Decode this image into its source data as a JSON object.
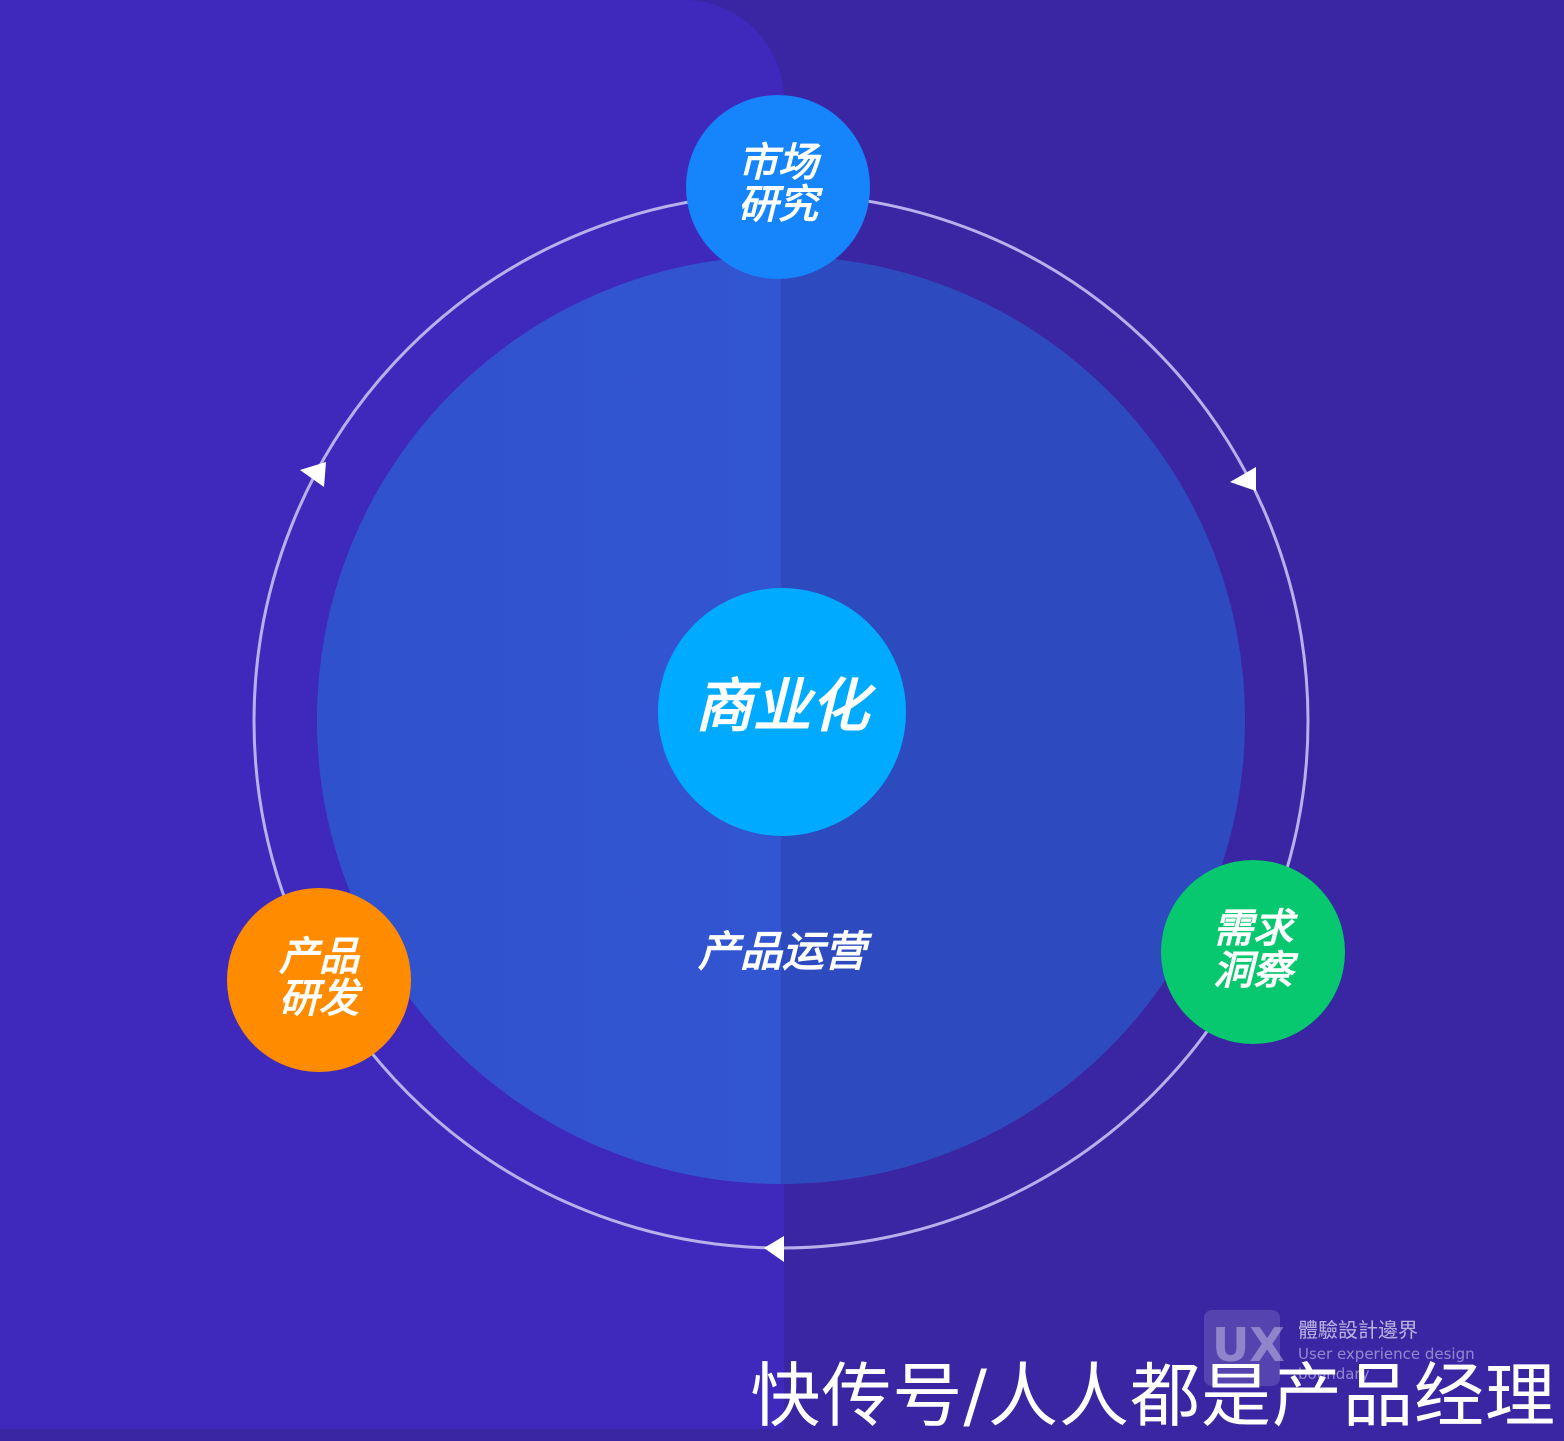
{
  "center": {
    "label": "商业化",
    "subtitle": "产品运营"
  },
  "nodes": {
    "market_research": {
      "label": "市场\n研究",
      "color": "#1684fa"
    },
    "demand_insight": {
      "label": "需求\n洞察",
      "color": "#07c86e"
    },
    "product_dev": {
      "label": "产品\n研发",
      "color": "#ff8c00"
    }
  },
  "colors": {
    "background_left": "#3f29bd",
    "background_right": "#3a26a3",
    "inner_disc": "#3051cc",
    "center_circle": "#00aaff",
    "ring": "#b7b0ea"
  },
  "watermark": {
    "logo_text": "UX",
    "chinese": "體驗設計邊界",
    "english": "User experience design boundary"
  },
  "caption": "快传号/人人都是产品经理"
}
